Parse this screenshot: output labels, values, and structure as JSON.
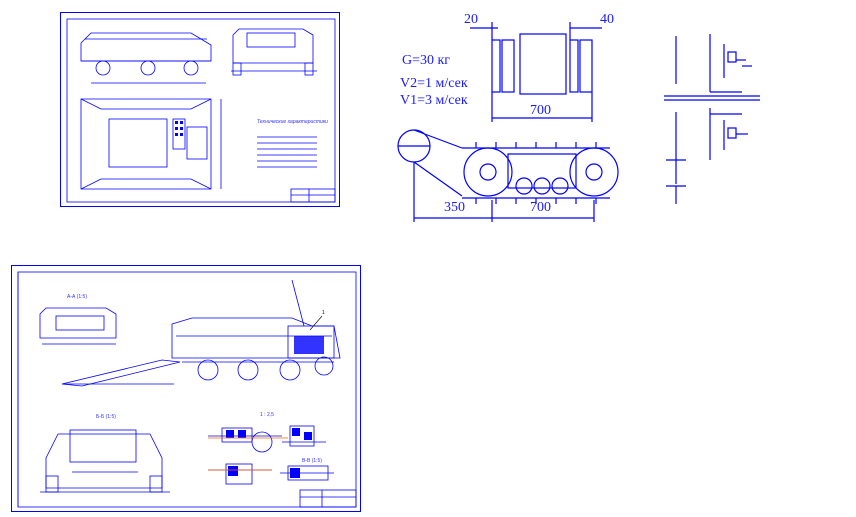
{
  "drawing_1": {
    "spec_title": "Технические характеристики"
  },
  "drawing_2": {
    "dim_top_left": "20",
    "dim_top_right": "40",
    "dim_track_span": "700",
    "dim_overhang": "350",
    "dim_bottom_span": "700",
    "weight": "G=30 кг",
    "speed_2": "V2=1 м/сек",
    "speed_1": "V1=3 м/сек"
  },
  "drawing_3": {
    "view_a": "А-А (1:5)",
    "view_b": "Б-Б (1:5)",
    "view_c": "В-В (1:5)",
    "scale_note": "1 : 2,5",
    "leader_1": "1"
  },
  "colors": {
    "line": "#0000ff",
    "dimension": "#1a1aff",
    "leader": "#000000"
  }
}
